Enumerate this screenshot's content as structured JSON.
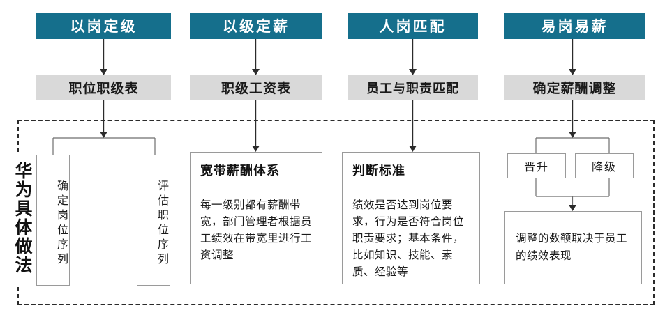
{
  "diagram": {
    "side_label": "华为具体做法",
    "columns": [
      {
        "header": "以岗定级",
        "subheader": "职位职级表",
        "detail_type": "split-vertical",
        "vertical_items": [
          "确定岗位序列",
          "评估职位序列"
        ]
      },
      {
        "header": "以级定薪",
        "subheader": "职级工资表",
        "detail_type": "titled-text",
        "detail_title": "宽带薪酬体系",
        "detail_body": "每一级别都有薪酬带宽，部门管理者根据员工绩效在带宽里进行工资调整"
      },
      {
        "header": "人岗匹配",
        "subheader": "员工与职责匹配",
        "detail_type": "titled-text",
        "detail_title": "判断标准",
        "detail_body": "绩效是否达到岗位要求，行为是否符合岗位职责要求；基本条件，比如知识、技能、素质、经验等"
      },
      {
        "header": "易岗易薪",
        "subheader": "确定薪酬调整",
        "detail_type": "branch-merge",
        "branch_items": [
          "晋升",
          "降级"
        ],
        "result_body": "调整的数额取决于员工的绩效表现"
      }
    ]
  },
  "colors": {
    "header_teal": "#156F8C",
    "subheader_gray": "#D9D9D9",
    "border_gray": "#9A9A9A",
    "dashed_border": "#2B2B2B",
    "text_dark": "#1A1A1A",
    "header_text": "#FFFFFF"
  }
}
